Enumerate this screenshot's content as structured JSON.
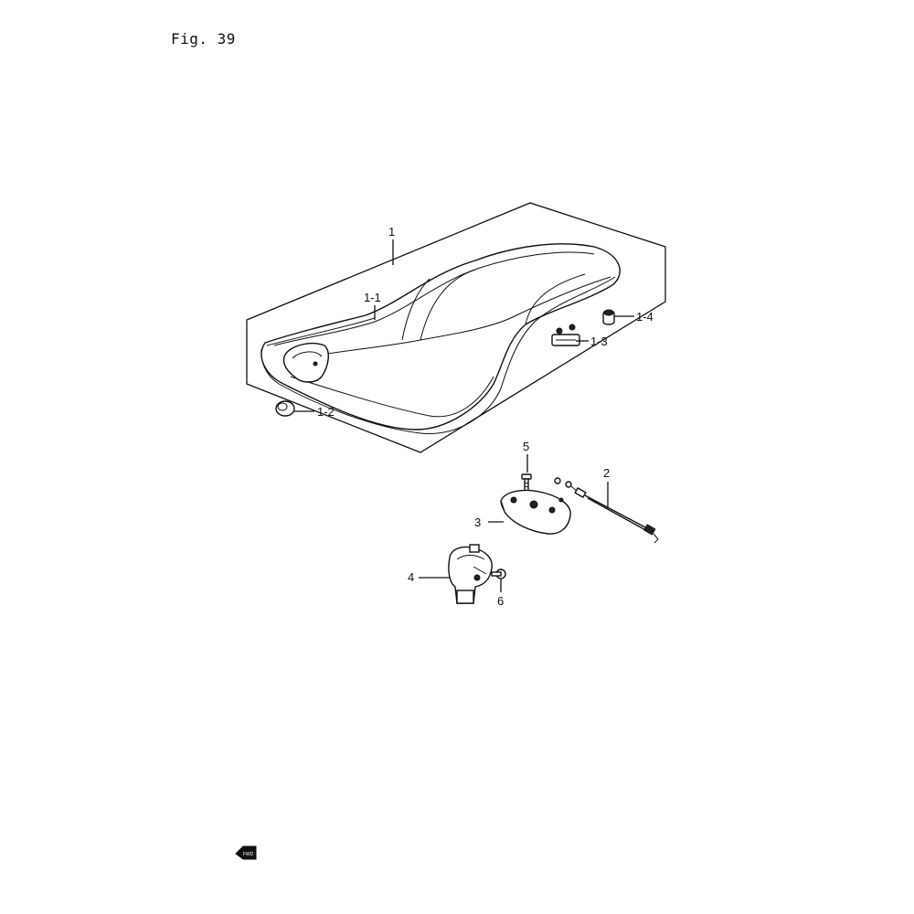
{
  "figure": {
    "title": "Fig. 39"
  },
  "callouts": {
    "c1": "1",
    "c1_1": "1-1",
    "c1_2": "1-2",
    "c1_3": "1-3",
    "c1_4": "1-4",
    "c2": "2",
    "c3": "3",
    "c4": "4",
    "c5": "5",
    "c6": "6"
  },
  "direction_marker": {
    "icon": "fwd-arrow-icon",
    "text": "FWD"
  }
}
